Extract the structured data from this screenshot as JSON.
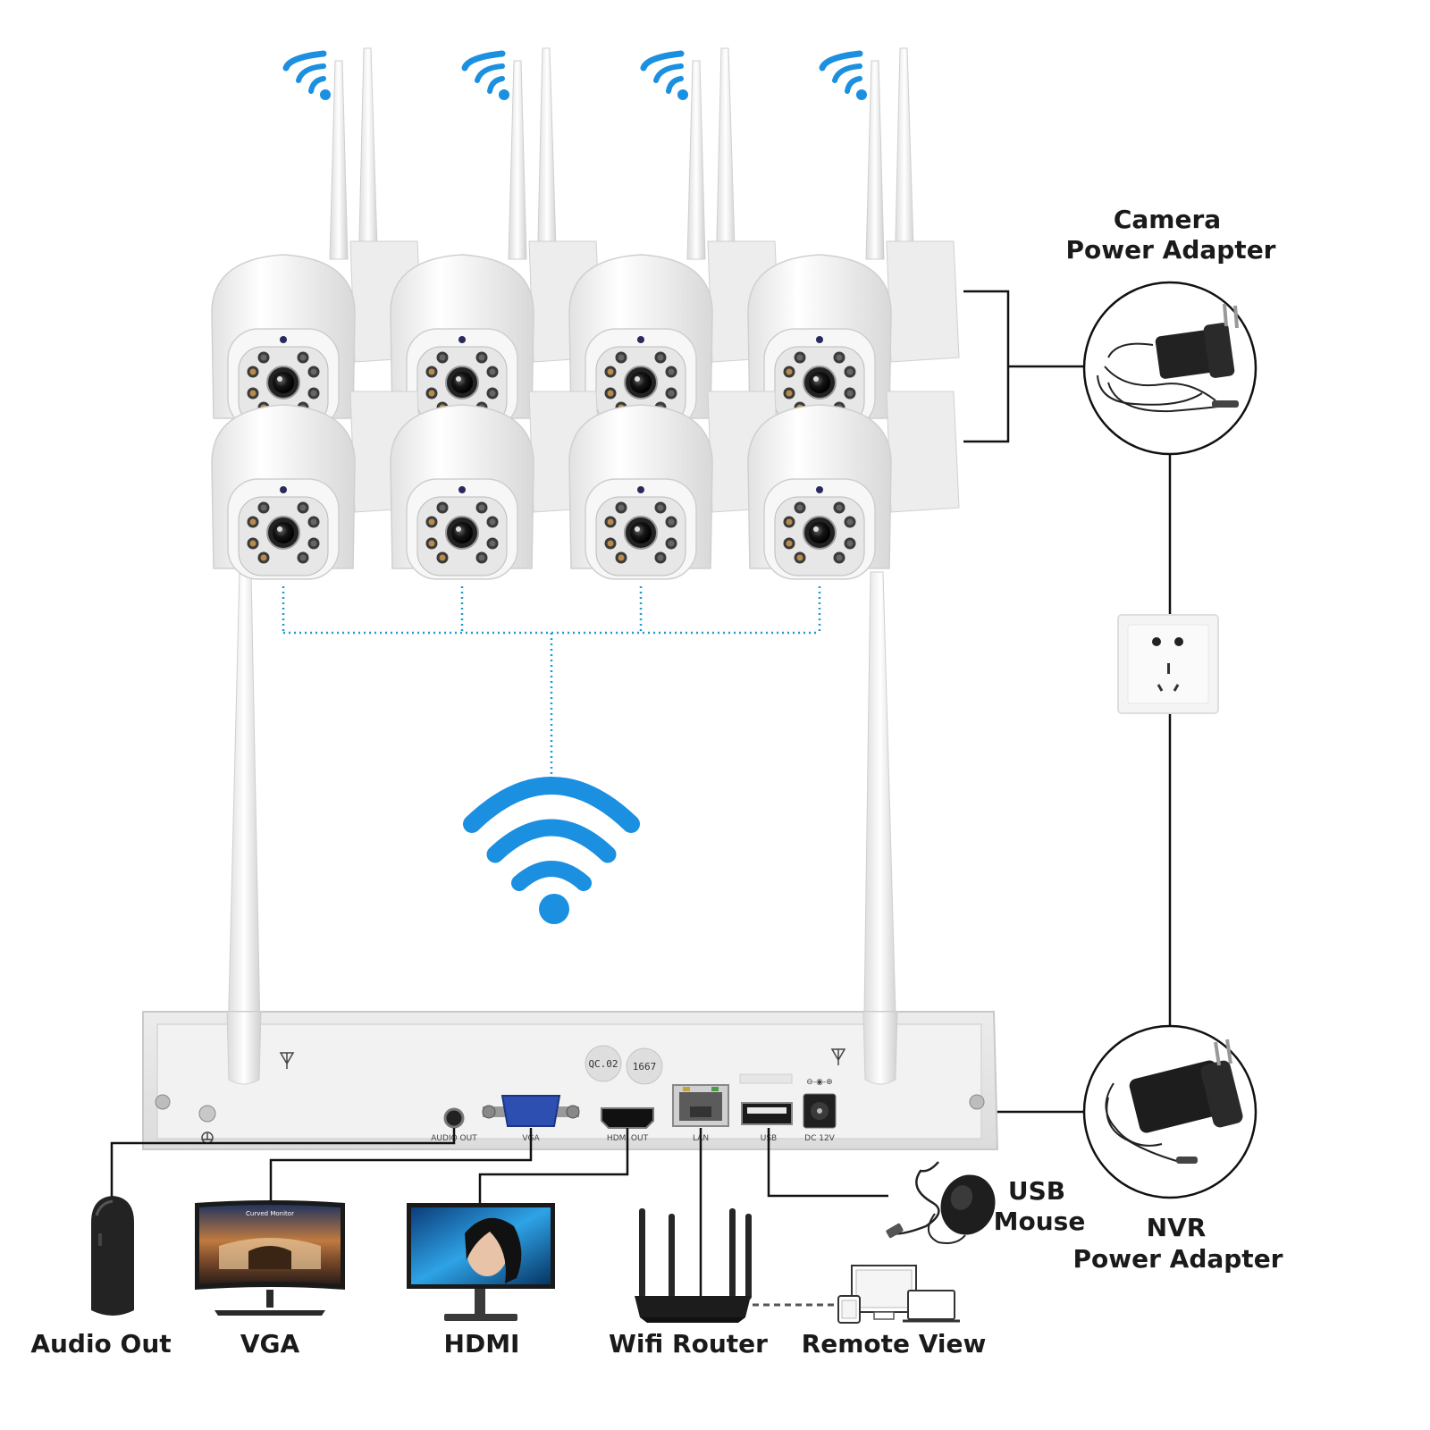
{
  "labels": {
    "camera_adapter": [
      "Camera",
      "Power Adapter"
    ],
    "nvr_adapter": [
      "NVR",
      "Power Adapter"
    ],
    "usb_mouse": [
      "USB",
      "Mouse"
    ],
    "audio_out": "Audio Out",
    "vga": "VGA",
    "hdmi": "HDMI",
    "wifi_router": "Wifi Router",
    "remote_view": "Remote View"
  },
  "nvr": {
    "ports": {
      "audio": "AUDIO OUT",
      "vga": "VGA",
      "hdmi": "HDMI OUT",
      "lan": "LAN",
      "usb": "USB",
      "dc": "DC 12V"
    },
    "stickers": [
      "QC.02",
      "1667"
    ]
  },
  "monitor_brand": "Curved Monitor",
  "colors": {
    "wifi_blue": "#1b8fe0",
    "line": "#111111",
    "dotted": "#1b9ad6",
    "device_white": "#f3f3f3"
  },
  "icons": {
    "wifi": "wifi-icon",
    "antenna": "antenna-icon",
    "ground": "ground-icon"
  }
}
